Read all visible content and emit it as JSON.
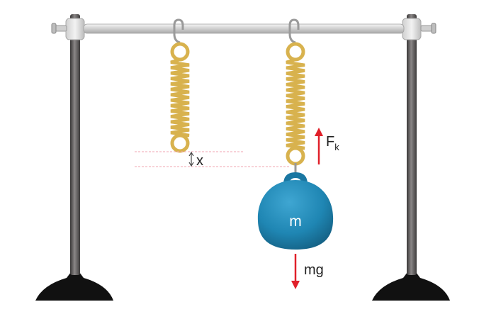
{
  "labels": {
    "displacement": "x",
    "spring_force": "F",
    "spring_force_subscript": "k",
    "mass": "m",
    "weight": "mg"
  },
  "colors": {
    "background": "#ffffff",
    "stand": "#5e5a5a",
    "bar": "#d2d2d2",
    "base": "#111111",
    "spring": "#d8b24e",
    "mass": "#1f86b3",
    "force_arrow": "#e0202a",
    "guide_line": "#f2a6b2",
    "text_dark": "#222222",
    "text_light": "#ffffff"
  },
  "icons": {
    "force_up": "arrow-up-icon",
    "force_down": "arrow-down-icon"
  }
}
